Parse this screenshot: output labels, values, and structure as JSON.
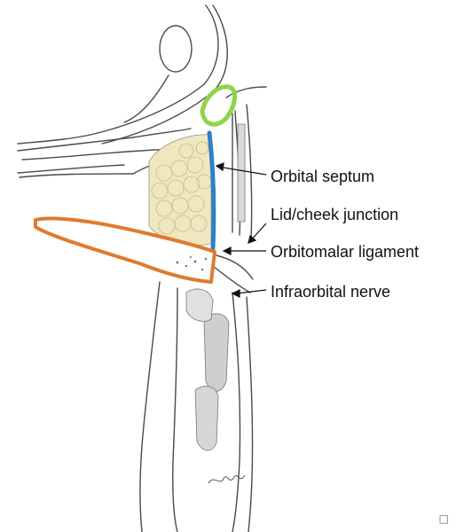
{
  "labels": {
    "orbital_septum": "Orbital septum",
    "lid_cheek_junction": "Lid/cheek junction",
    "orbitomalar_ligament": "Orbitomalar ligament",
    "infraorbital_nerve": "Infraorbital nerve"
  },
  "colors": {
    "fat": "#efe7bf",
    "septum": "#2f7fc9",
    "orange_structure": "#e07a2e",
    "green_structure": "#8fd44c",
    "pencil": "#4a4a4a"
  }
}
